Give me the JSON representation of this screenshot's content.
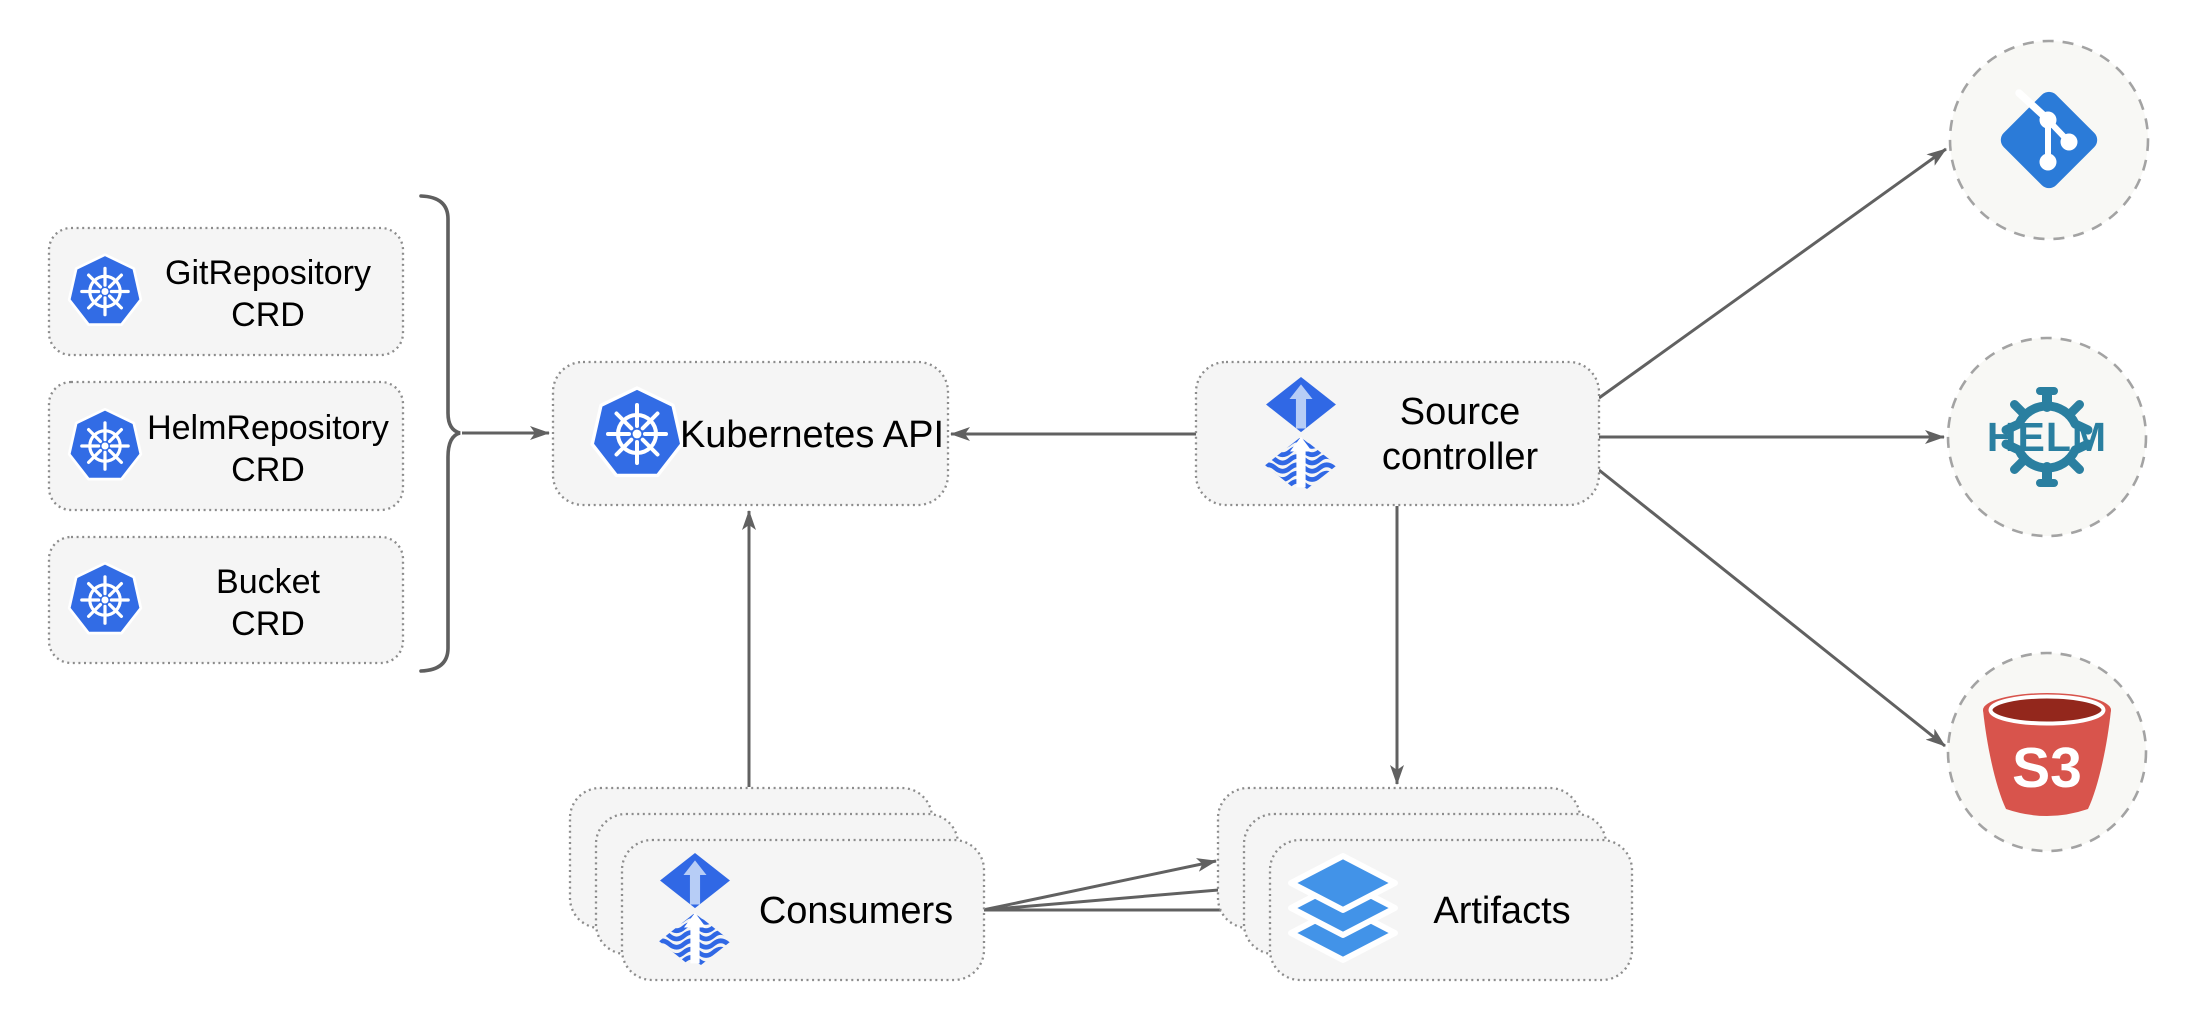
{
  "diagram": {
    "crd_boxes": [
      {
        "line1": "GitRepository",
        "line2": "CRD"
      },
      {
        "line1": "HelmRepository",
        "line2": "CRD"
      },
      {
        "line1": "Bucket",
        "line2": "CRD"
      }
    ],
    "kubernetes_api": {
      "label": "Kubernetes API"
    },
    "source_controller": {
      "line1": "Source",
      "line2": "controller"
    },
    "consumers": {
      "label": "Consumers"
    },
    "artifacts": {
      "label": "Artifacts"
    },
    "endpoints": {
      "git": {
        "name": "git"
      },
      "helm": {
        "label": "HELM"
      },
      "s3": {
        "label": "S3"
      }
    },
    "colors": {
      "kubernetes_blue": "#326ce5",
      "flux_blue": "#3068e5",
      "flux_arrow_light": "#b7cdf6",
      "layers_blue": "#4293e8",
      "git_blue": "#2b7bd8",
      "helm_teal": "#2a7fa0",
      "s3_red": "#d8544c",
      "s3_dark_interior": "#93271c",
      "arrow_gray": "#616161",
      "node_fill": "#f5f5f5",
      "node_border": "#8c8c8c",
      "circle_fill": "#f8f8f5",
      "circle_border": "#a3a3a3"
    }
  }
}
